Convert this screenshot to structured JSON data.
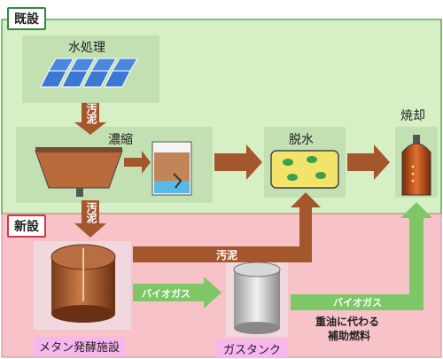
{
  "sections": {
    "existing": {
      "label": "既設",
      "color": "#2e8b3d"
    },
    "new": {
      "label": "新設",
      "color": "#d0384a"
    }
  },
  "nodes": {
    "water_treatment": "水処理",
    "thickening": "濃縮",
    "dewatering": "脱水",
    "incineration": "焼却",
    "methane_fermentation": "メタン発酵施設",
    "gas_tank": "ガスタンク"
  },
  "flows": {
    "sludge_1": "汚泥",
    "sludge_2": "汚泥",
    "sludge_3": "汚泥",
    "biogas_1": "バイオガス",
    "biogas_2": "バイオガス"
  },
  "notes": {
    "fuel_line1": "重油に代わる",
    "fuel_line2": "補助燃料"
  },
  "colors": {
    "sludge_arrow": "#a4572c",
    "biogas_arrow": "#7dc767",
    "existing_bg": "#d6efc4",
    "new_bg": "#f7c2c8",
    "label_pink": "#f6b6ee"
  }
}
